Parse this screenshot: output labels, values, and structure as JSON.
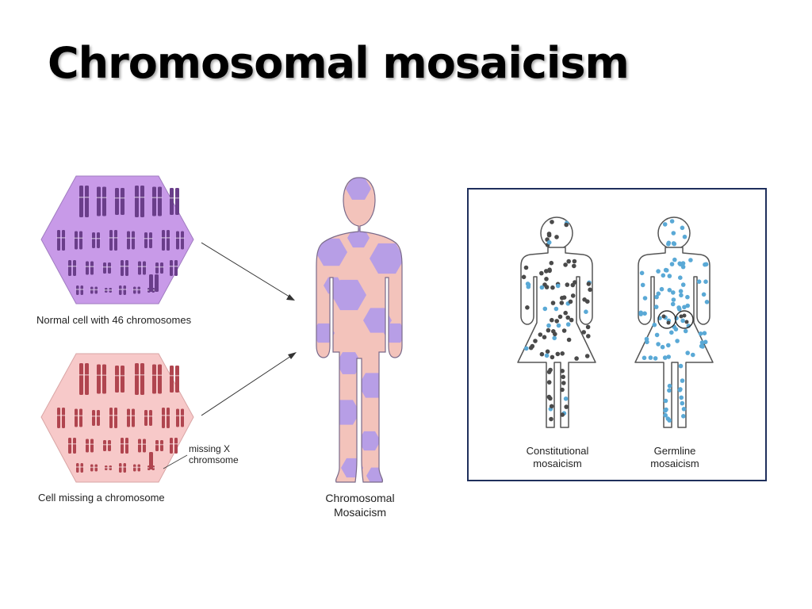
{
  "slide": {
    "title": "Chromosomal mosaicism"
  },
  "diagram": {
    "normal_cell_label": "Normal cell with 46 chromosomes",
    "missing_cell_label": "Cell missing a chromosome",
    "missing_x_label_line1": "missing X",
    "missing_x_label_line2": "chromsome",
    "body_label_line1": "Chromosomal",
    "body_label_line2": "Mosaicism",
    "constitutional_label_line1": "Constitutional",
    "constitutional_label_line2": "mosaicism",
    "germline_label_line1": "Germline",
    "germline_label_line2": "mosaicism"
  },
  "colors": {
    "normal_cell_fill": "#c89ae8",
    "missing_cell_fill": "#f7c9c9",
    "chromosome_normal": "#6a3e8a",
    "chromosome_missing": "#b0454f",
    "body_purple": "#b79ee6",
    "body_pink": "#f3c3bb",
    "dot_dark": "#4a4a4a",
    "dot_blue": "#5aa9d6",
    "panel_border": "#1f2f5c"
  }
}
